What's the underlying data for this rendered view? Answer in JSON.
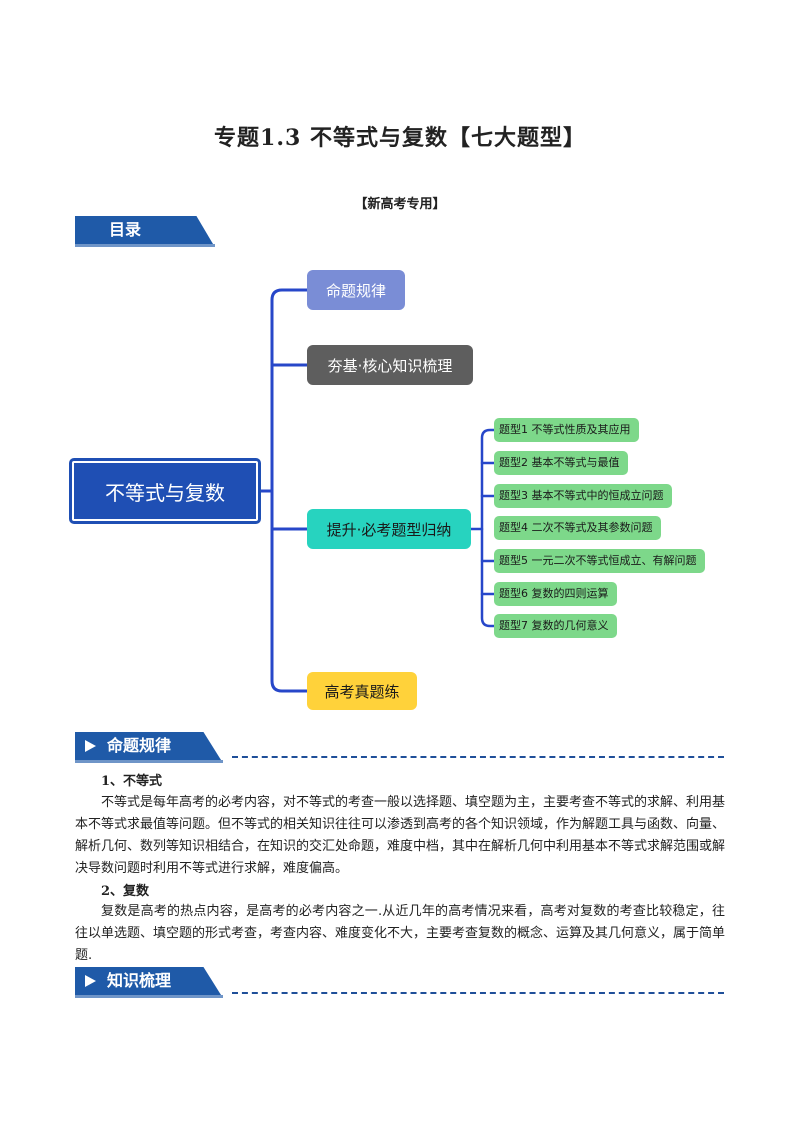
{
  "doc": {
    "title": "专题1.3  不等式与复数【七大题型】",
    "subtitle": "【新高考专用】"
  },
  "banners": {
    "toc": "目录",
    "rules": "命题规律",
    "knowledge": "知识梳理"
  },
  "mindmap": {
    "root": "不等式与复数",
    "branches": [
      "命题规律",
      "夯基·核心知识梳理",
      "提升·必考题型归纳",
      "高考真题练"
    ],
    "leaves": [
      "题型1 不等式性质及其应用",
      "题型2 基本不等式与最值",
      "题型3 基本不等式中的恒成立问题",
      "题型4 二次不等式及其参数问题",
      "题型5 一元二次不等式恒成立、有解问题",
      "题型6 复数的四则运算",
      "题型7 复数的几何意义"
    ],
    "colors": {
      "root": "#1f4fb4",
      "branch1": "#7a8dd6",
      "branch2": "#5e5e5e",
      "branch3": "#27d3bf",
      "branch4": "#ffd23a",
      "leaf": "#7dd88a",
      "connector": "#2747c9"
    }
  },
  "sections": {
    "s1_heading": "1、不等式",
    "s1_text": "不等式是每年高考的必考内容，对不等式的考查一般以选择题、填空题为主，主要考查不等式的求解、利用基本不等式求最值等问题。但不等式的相关知识往往可以渗透到高考的各个知识领域，作为解题工具与函数、向量、解析几何、数列等知识相结合，在知识的交汇处命题，难度中档，其中在解析几何中利用基本不等式求解范围或解决导数问题时利用不等式进行求解，难度偏高。",
    "s2_heading": "2、复数",
    "s2_text": "复数是高考的热点内容，是高考的必考内容之一.从近几年的高考情况来看，高考对复数的考查比较稳定，往往以单选题、填空题的形式考查，考查内容、难度变化不大，主要考查复数的概念、运算及其几何意义，属于简单题."
  }
}
